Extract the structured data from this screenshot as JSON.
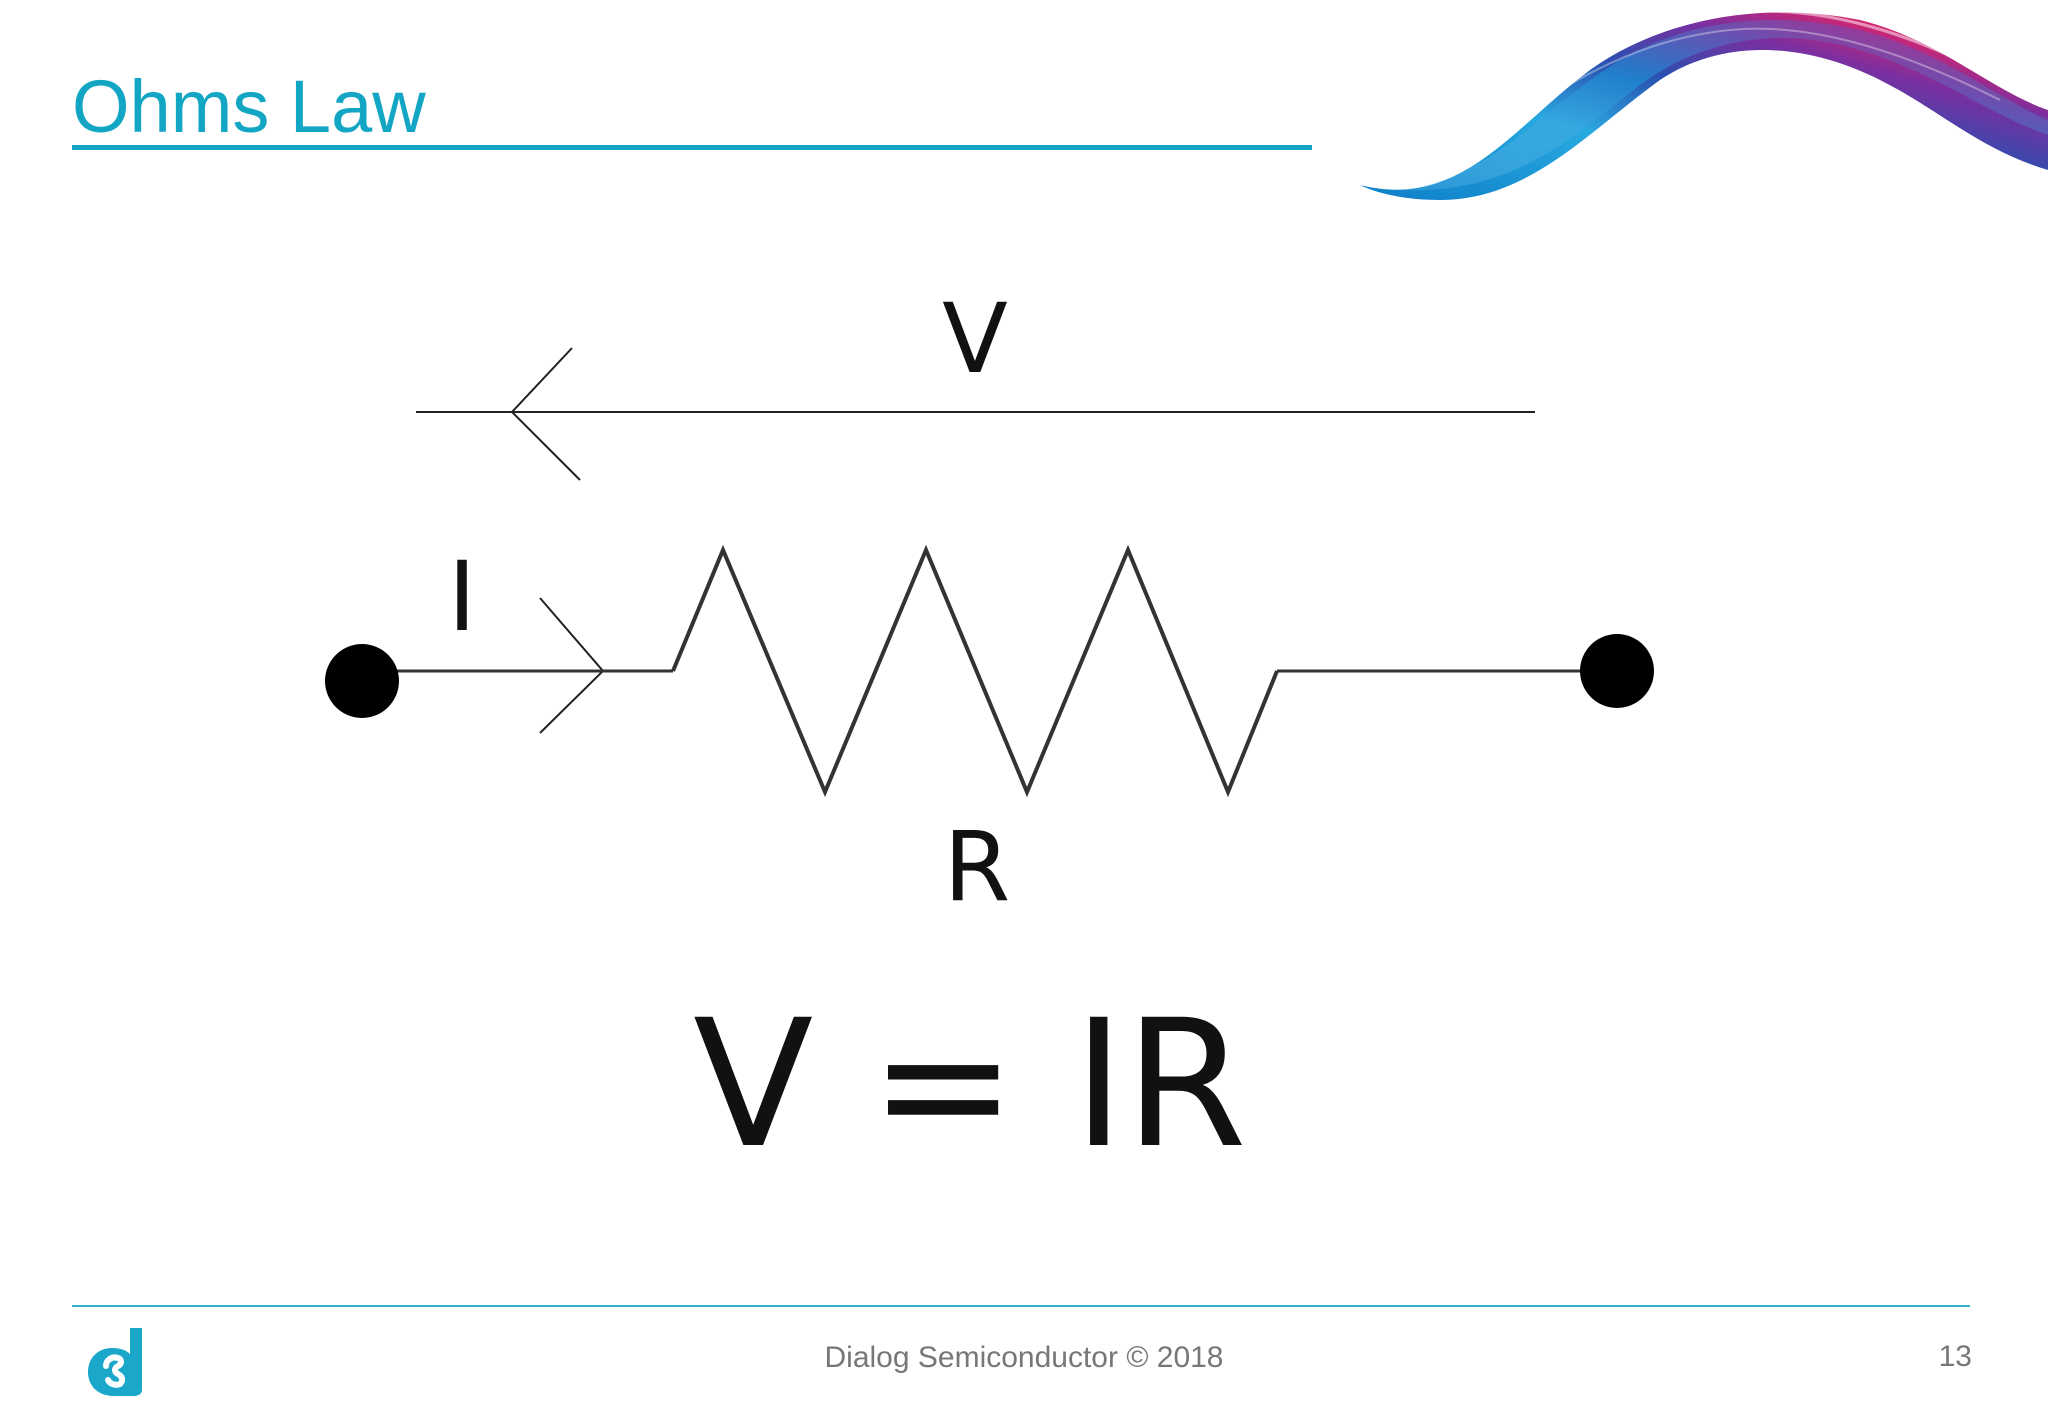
{
  "slide": {
    "title": "Ohms Law"
  },
  "diagram": {
    "voltage_label": "V",
    "current_label": "I",
    "resistance_label": "R",
    "equation": "V = IR"
  },
  "footer": {
    "text": "Dialog Semiconductor © 2018",
    "page_number": "13"
  },
  "colors": {
    "accent": "#13a5c4",
    "footer_text": "#777777",
    "ink": "#111111"
  }
}
